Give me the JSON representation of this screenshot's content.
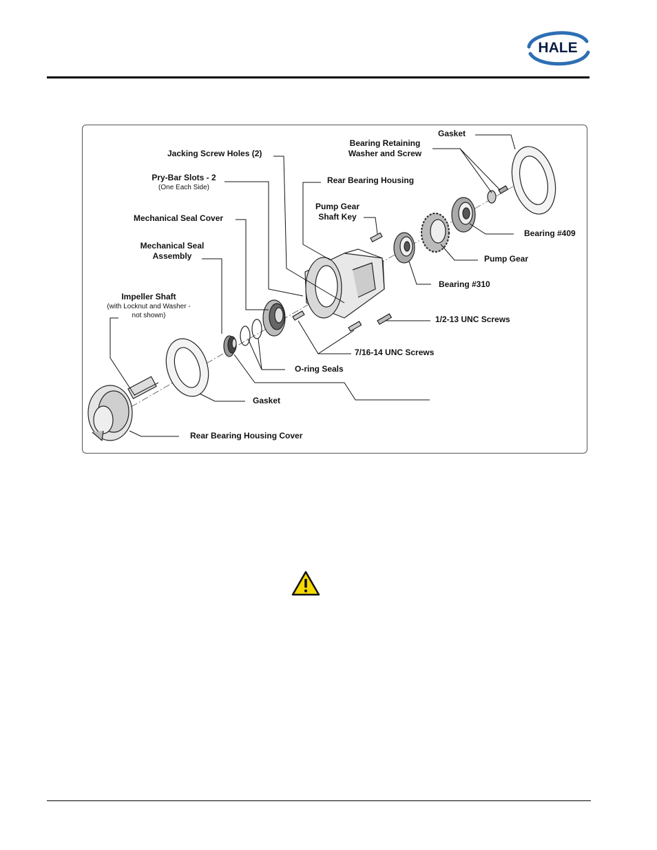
{
  "header": {
    "logo_text": "HALE",
    "brand_color": "#2e6fb3"
  },
  "figure": {
    "labels": {
      "gasket_top": "Gasket",
      "bearing_retaining_1": "Bearing Retaining",
      "bearing_retaining_2": "Washer and Screw",
      "jacking_screw_holes": "Jacking Screw Holes (2)",
      "pry_bar_slots": "Pry-Bar Slots - 2",
      "pry_bar_slots_sub": "(One Each Side)",
      "rear_bearing_housing": "Rear Bearing Housing",
      "pump_gear_shaft_key_1": "Pump Gear",
      "pump_gear_shaft_key_2": "Shaft Key",
      "mechanical_seal_cover": "Mechanical Seal Cover",
      "bearing_409": "Bearing #409",
      "mechanical_seal_assembly_1": "Mechanical Seal",
      "mechanical_seal_assembly_2": "Assembly",
      "pump_gear": "Pump Gear",
      "bearing_310": "Bearing #310",
      "impeller_shaft": "Impeller Shaft",
      "impeller_shaft_sub_1": "(with Locknut and Washer -",
      "impeller_shaft_sub_2": "not shown)",
      "unc_1_2_13": "1/2-13 UNC Screws",
      "unc_7_16_14": "7/16-14 UNC Screws",
      "o_ring_seals": "O-ring Seals",
      "gasket_bottom": "Gasket",
      "rear_bearing_housing_cover": "Rear Bearing Housing Cover"
    }
  },
  "warning": {
    "icon": "warning-triangle-icon",
    "color": "#f5d800"
  }
}
